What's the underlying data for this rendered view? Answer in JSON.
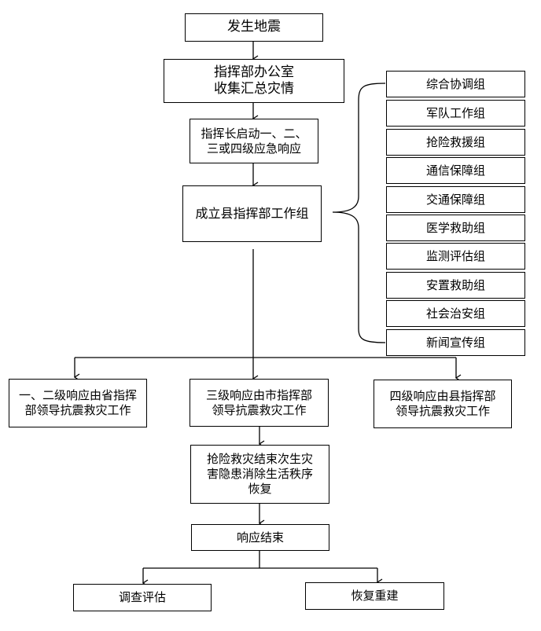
{
  "flow": {
    "start": "发生地震",
    "office": [
      "指挥部办公室",
      "收集汇总灾情"
    ],
    "commander": [
      "指挥长启动一、二、",
      "三或四级应急响应"
    ],
    "hq": "成立县指挥部工作组",
    "groups": [
      "综合协调组",
      "军队工作组",
      "抢险救援组",
      "通信保障组",
      "交通保障组",
      "医学救助组",
      "监测评估组",
      "安置救助组",
      "社会治安组",
      "新闻宣传组"
    ],
    "level12": [
      "一、二级响应由省指挥",
      "部领导抗震救灾工作"
    ],
    "level3": [
      "三级响应由市指挥部",
      "领导抗震救灾工作"
    ],
    "level4": [
      "四级响应由县指挥部",
      "领导抗震救灾工作"
    ],
    "recovery": [
      "抢险救灾结束次生灾",
      "害隐患消除生活秩序",
      "恢复"
    ],
    "end": "响应结束",
    "assess": "调查评估",
    "rebuild": "恢复重建"
  }
}
